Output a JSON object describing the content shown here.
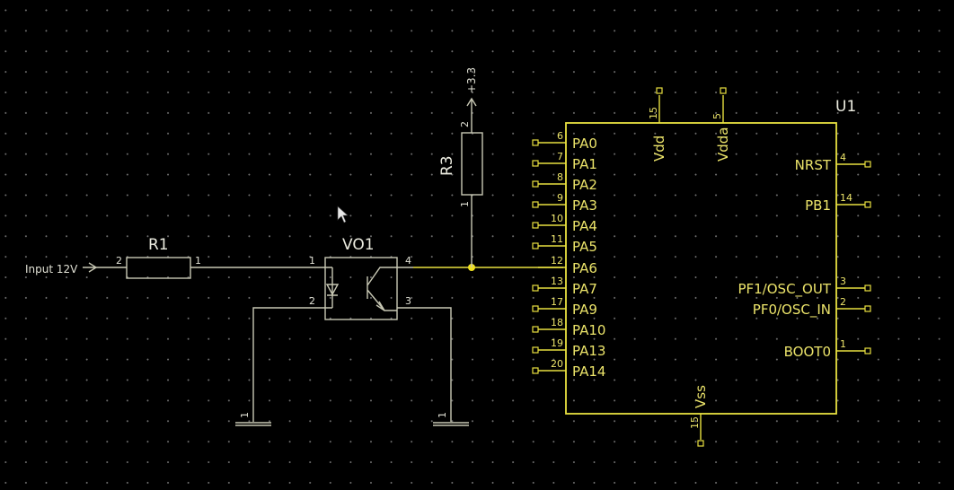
{
  "components": {
    "r1": {
      "ref": "R1",
      "pin_left": "2",
      "pin_right": "1"
    },
    "r3": {
      "ref": "R3",
      "pin_top": "2",
      "pin_bottom": "1",
      "supply": "+3.3"
    },
    "vo1": {
      "ref": "VO1",
      "pins": [
        "1",
        "2",
        "4",
        "3"
      ]
    },
    "input_port": {
      "label": "Input 12V"
    },
    "gnd_pins": [
      "1",
      "1"
    ],
    "u1": {
      "ref": "U1",
      "left_pins": [
        {
          "name": "PA0",
          "num": "6"
        },
        {
          "name": "PA1",
          "num": "7"
        },
        {
          "name": "PA2",
          "num": "8"
        },
        {
          "name": "PA3",
          "num": "9"
        },
        {
          "name": "PA4",
          "num": "10"
        },
        {
          "name": "PA5",
          "num": "11"
        },
        {
          "name": "PA6",
          "num": "12"
        },
        {
          "name": "PA7",
          "num": "13"
        },
        {
          "name": "PA9",
          "num": "17"
        },
        {
          "name": "PA10",
          "num": "18"
        },
        {
          "name": "PA13",
          "num": "19"
        },
        {
          "name": "PA14",
          "num": "20"
        }
      ],
      "right_pins": [
        {
          "name": "NRST",
          "num": "4"
        },
        {
          "name": "PB1",
          "num": "14"
        },
        {
          "name": "PF1/OSC_OUT",
          "num": "3"
        },
        {
          "name": "PF0/OSC_IN",
          "num": "2"
        },
        {
          "name": "BOOT0",
          "num": "1"
        }
      ],
      "top_pins": [
        {
          "name": "Vdd",
          "num": "15"
        },
        {
          "name": "Vdda",
          "num": "5"
        }
      ],
      "bottom_pins": [
        {
          "name": "Vss",
          "num": "15"
        }
      ]
    }
  },
  "colors": {
    "background": "#000000",
    "wire": "#c8c8b4",
    "symbol": "#e8e040",
    "junction": "#f0e020"
  },
  "cursor_icon": "arrow-pointer-icon"
}
